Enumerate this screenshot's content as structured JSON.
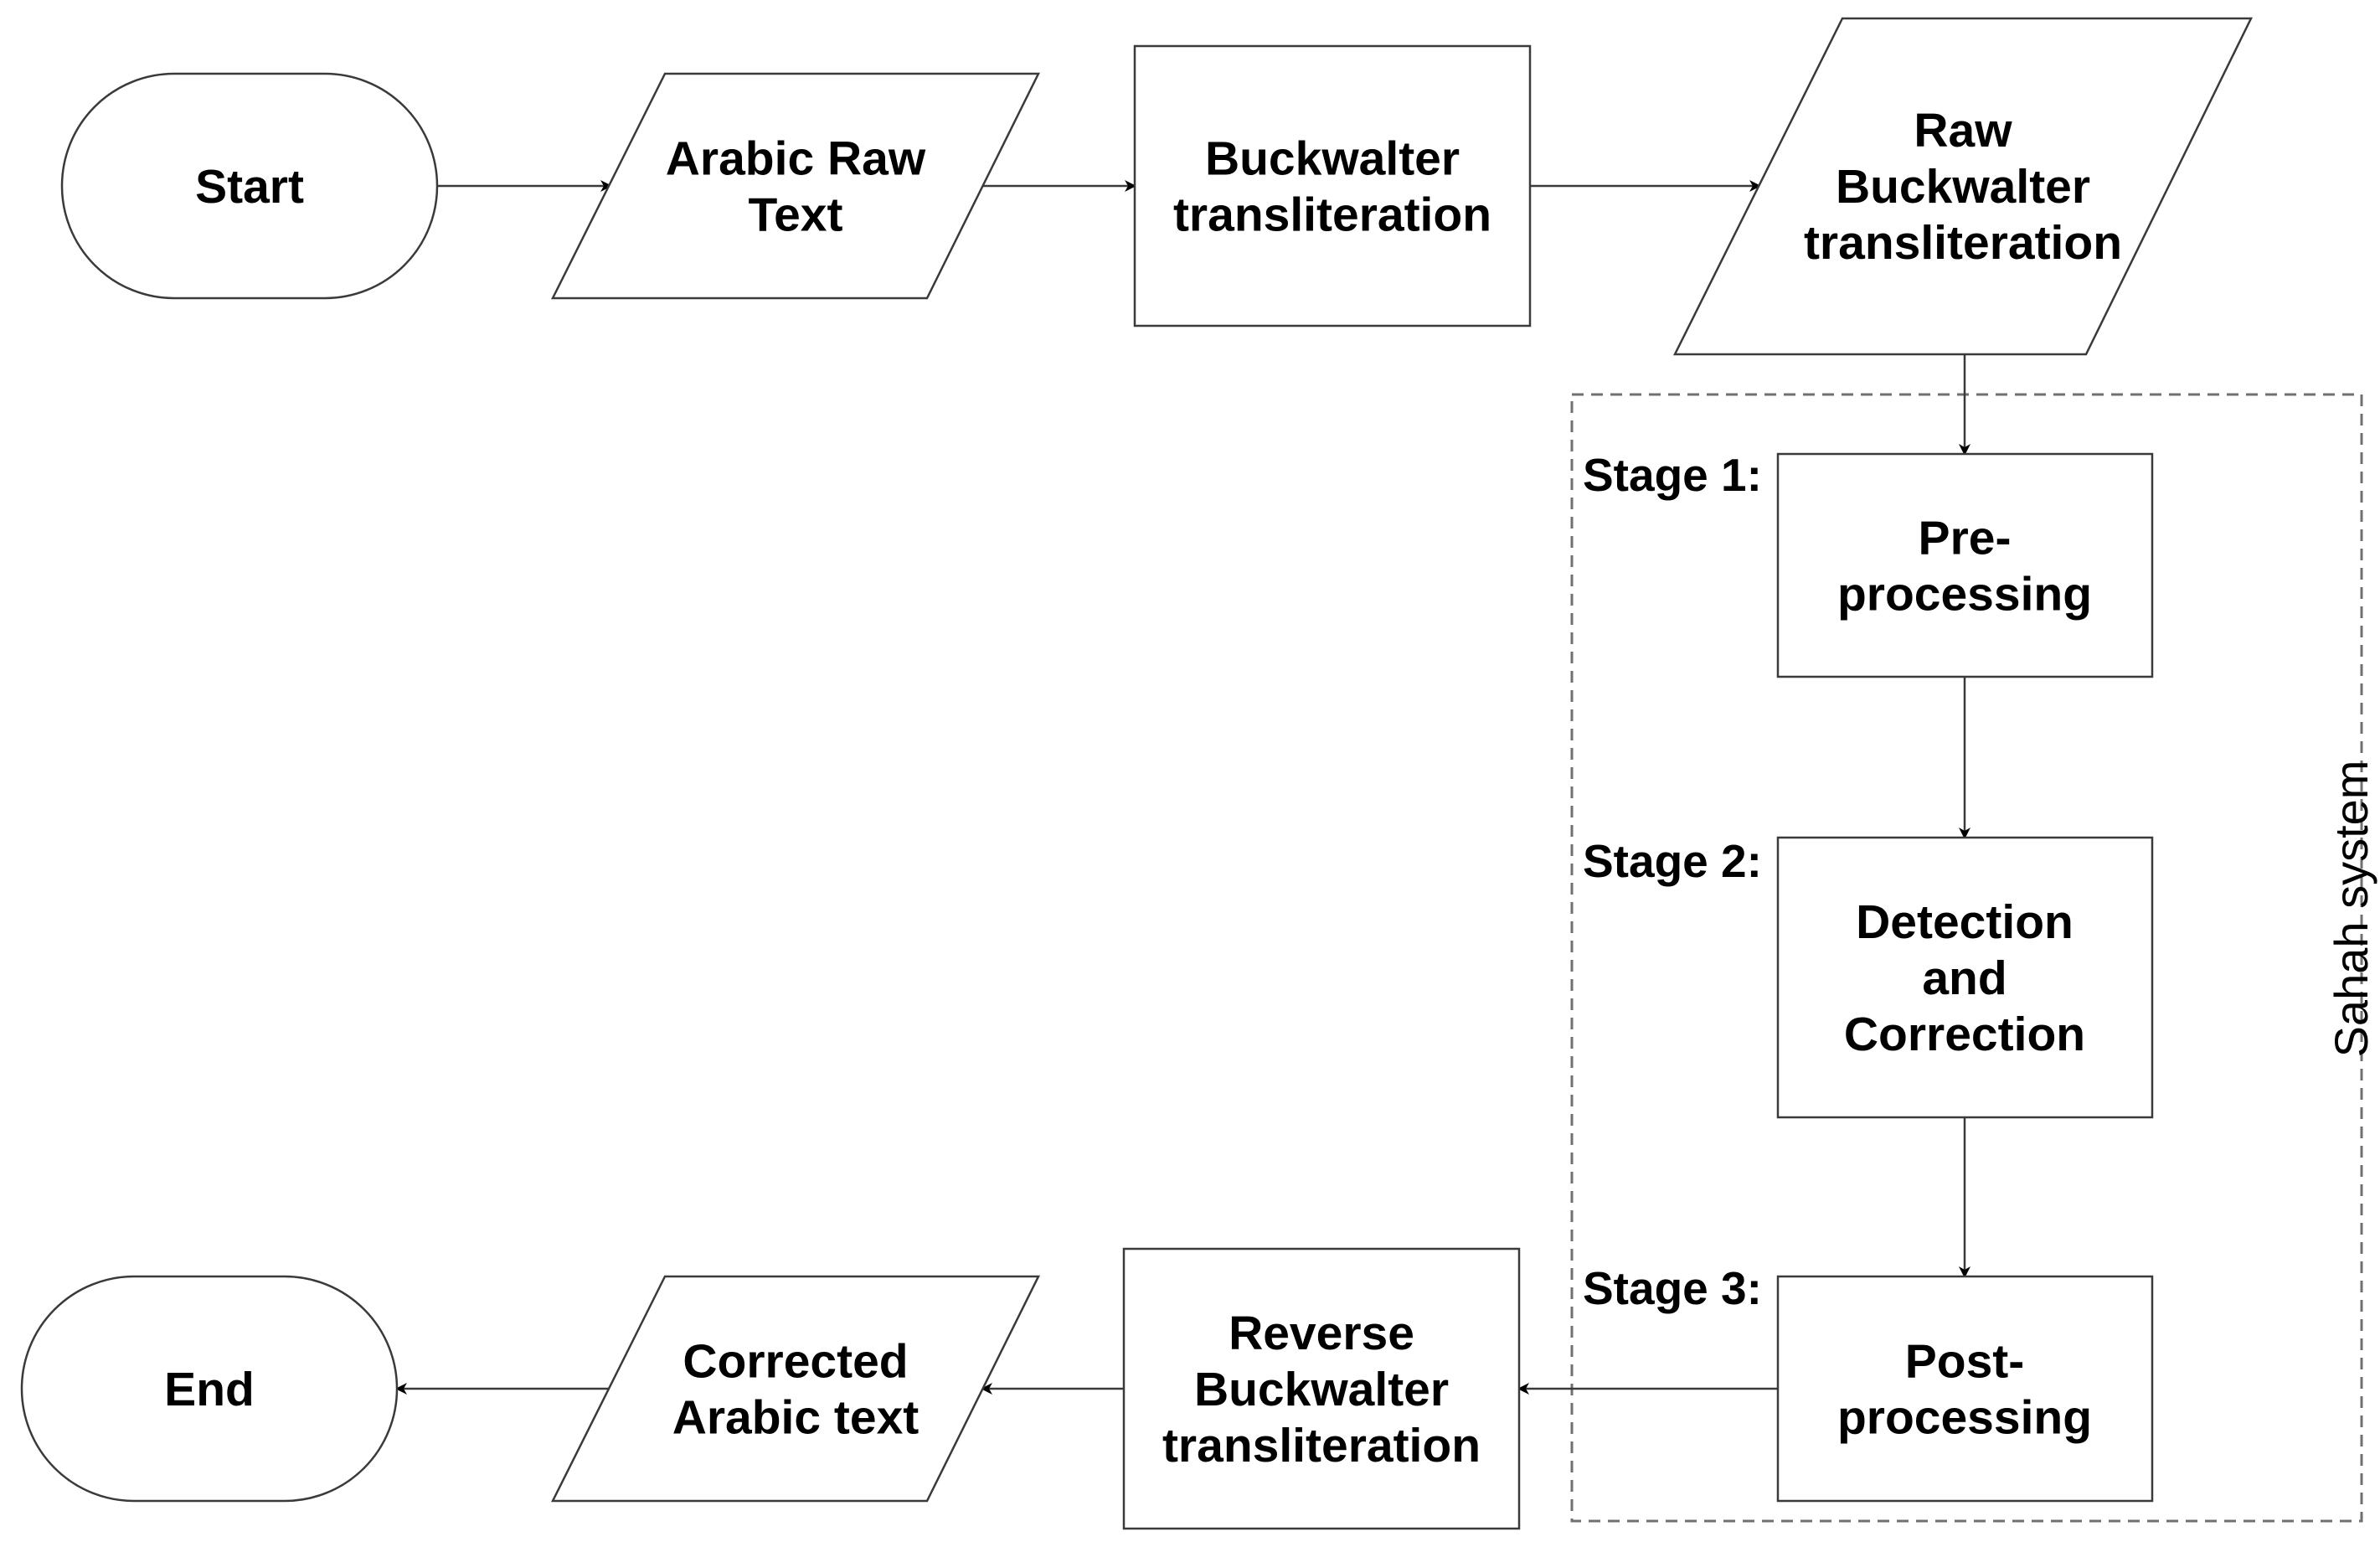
{
  "colors": {
    "stroke": "#3a3a3a",
    "text": "#000000",
    "group_border": "#707070",
    "background": "#ffffff"
  },
  "nodes": {
    "start": {
      "lines": [
        "Start"
      ]
    },
    "arabic_raw_text": {
      "lines": [
        "Arabic Raw",
        "Text"
      ]
    },
    "buckwalter": {
      "lines": [
        "Buckwalter",
        "transliteration"
      ]
    },
    "raw_buckwalter": {
      "lines": [
        "Raw",
        "Buckwalter",
        "transliteration"
      ]
    },
    "preprocessing": {
      "lines": [
        "Pre-",
        "processing"
      ]
    },
    "detection": {
      "lines": [
        "Detection",
        "and",
        "Correction"
      ]
    },
    "postprocessing": {
      "lines": [
        "Post-",
        "processing"
      ]
    },
    "reverse_buckwalter": {
      "lines": [
        "Reverse",
        "Buckwalter",
        "transliteration"
      ]
    },
    "corrected_text": {
      "lines": [
        "Corrected",
        "Arabic text"
      ]
    },
    "end": {
      "lines": [
        "End"
      ]
    }
  },
  "stages": {
    "stage1": "Stage 1:",
    "stage2": "Stage 2:",
    "stage3": "Stage 3:"
  },
  "group": {
    "label": "Sahah system"
  },
  "edges": [
    {
      "from": "start",
      "to": "arabic_raw_text"
    },
    {
      "from": "arabic_raw_text",
      "to": "buckwalter"
    },
    {
      "from": "buckwalter",
      "to": "raw_buckwalter"
    },
    {
      "from": "raw_buckwalter",
      "to": "preprocessing"
    },
    {
      "from": "preprocessing",
      "to": "detection"
    },
    {
      "from": "detection",
      "to": "postprocessing"
    },
    {
      "from": "postprocessing",
      "to": "reverse_buckwalter"
    },
    {
      "from": "reverse_buckwalter",
      "to": "corrected_text"
    },
    {
      "from": "corrected_text",
      "to": "end"
    }
  ]
}
